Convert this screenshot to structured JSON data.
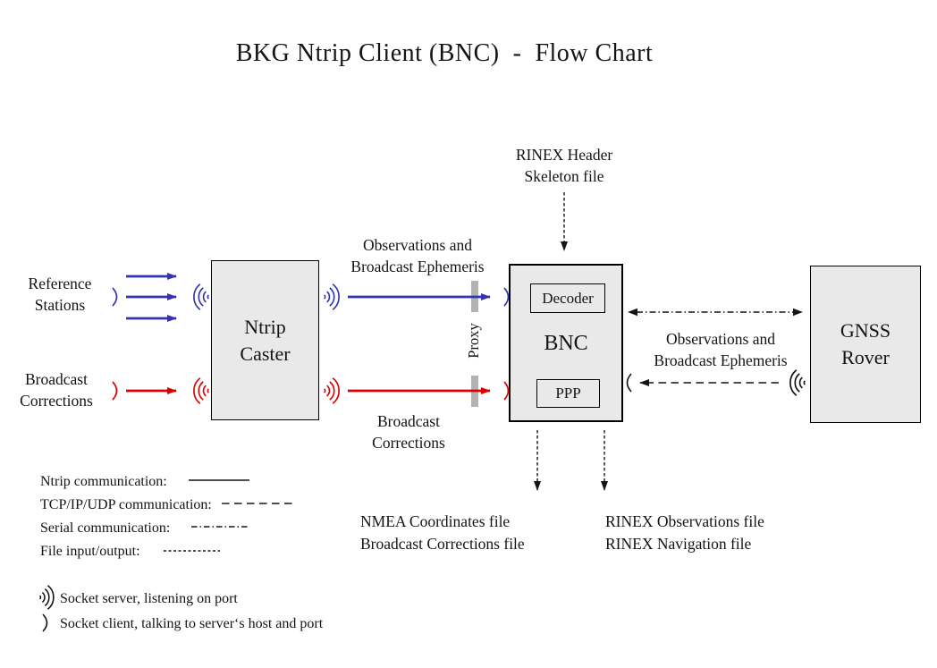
{
  "title": "BKG Ntrip Client (BNC)  -  Flow Chart",
  "colors": {
    "ntrip_blue": "#3333b3",
    "corrections_red": "#dd0000",
    "box_fill": "#e9e9e9",
    "proxy_bar_gray": "#b3b3b3"
  },
  "boxes": {
    "ntrip_caster": "Ntrip\nCaster",
    "bnc": "BNC",
    "decoder": "Decoder",
    "ppp": "PPP",
    "gnss_rover": "GNSS\nRover"
  },
  "labels": {
    "rinex_header_skeleton": "RINEX Header\nSkeleton file",
    "observations_ephemeris_left": "Observations and\nBroadcast Ephemeris",
    "observations_ephemeris_right": "Observations and\nBroadcast Ephemeris",
    "reference_stations": "Reference\nStations",
    "broadcast_corrections_input": "Broadcast\nCorrections",
    "broadcast_corrections_stream": "Broadcast\nCorrections",
    "proxy": "Proxy",
    "nmea_output": "NMEA Coordinates file\nBroadcast Corrections file",
    "rinex_output": "RINEX Observations file\nRINEX Navigation file"
  },
  "legend": {
    "lines": [
      {
        "label": "Ntrip communication:",
        "style": "solid"
      },
      {
        "label": "TCP/IP/UDP communication:",
        "style": "dashed"
      },
      {
        "label": "Serial communication:",
        "style": "dashdot"
      },
      {
        "label": "File input/output:",
        "style": "finedash"
      }
    ],
    "sockets": [
      {
        "icon": "socket-server",
        "label": "Socket server, listening on port"
      },
      {
        "icon": "socket-client",
        "label": "Socket client, talking to server‘s host and port"
      }
    ]
  }
}
